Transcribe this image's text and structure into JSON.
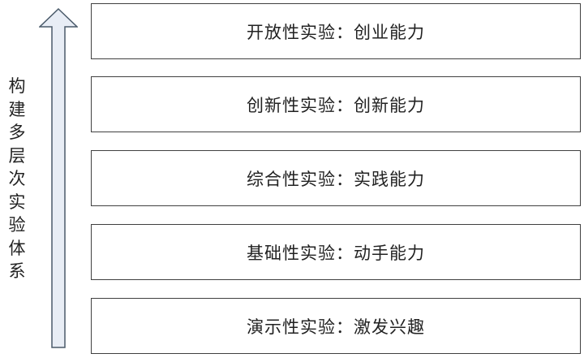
{
  "side_label": [
    "构",
    "建",
    "多",
    "层",
    "次",
    "实",
    "验",
    "体",
    "系"
  ],
  "levels": [
    "开放性实验：创业能力",
    "创新性实验：创新能力",
    "综合性实验：实践能力",
    "基础性实验：动手能力",
    "演示性实验：激发兴趣"
  ],
  "colors": {
    "arrow_fill": "#e8edf5",
    "arrow_stroke": "#4a5a6a",
    "box_border": "#404040"
  }
}
